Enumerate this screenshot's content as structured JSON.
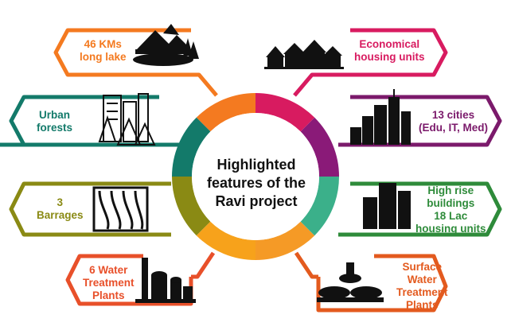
{
  "center": {
    "line1": "Highlighted",
    "line2": "features of the",
    "line3": "Ravi project"
  },
  "features": [
    {
      "id": "lake",
      "lines": [
        "46 KMs",
        "long lake"
      ],
      "color": "#f47a20",
      "icon": "mountain-lake-icon"
    },
    {
      "id": "forests",
      "lines": [
        "Urban",
        "forests"
      ],
      "color": "#137a6a",
      "icon": "urban-forest-icon"
    },
    {
      "id": "barrages",
      "lines": [
        "3",
        "Barrages"
      ],
      "color": "#8a8a14",
      "icon": "barrage-dam-icon"
    },
    {
      "id": "wtp",
      "lines": [
        "6 Water",
        "Treatment",
        "Plants"
      ],
      "color": "#e8502a",
      "icon": "treatment-plant-icon"
    },
    {
      "id": "housing",
      "lines": [
        "Economical",
        "housing units"
      ],
      "color": "#d81b60",
      "icon": "houses-icon"
    },
    {
      "id": "cities",
      "lines": [
        "13 cities",
        "(Edu, IT, Med)"
      ],
      "color": "#7b1a6b",
      "icon": "city-skyline-icon"
    },
    {
      "id": "highrise",
      "lines": [
        "High rise",
        "buildings",
        "18 Lac",
        "housing units"
      ],
      "color": "#2e8b3a",
      "icon": "high-rise-icon"
    },
    {
      "id": "swtp",
      "lines": [
        "Surface",
        "Water",
        "Treatment",
        "Plants"
      ],
      "color": "#e35a1e",
      "icon": "surface-water-plant-icon"
    }
  ]
}
